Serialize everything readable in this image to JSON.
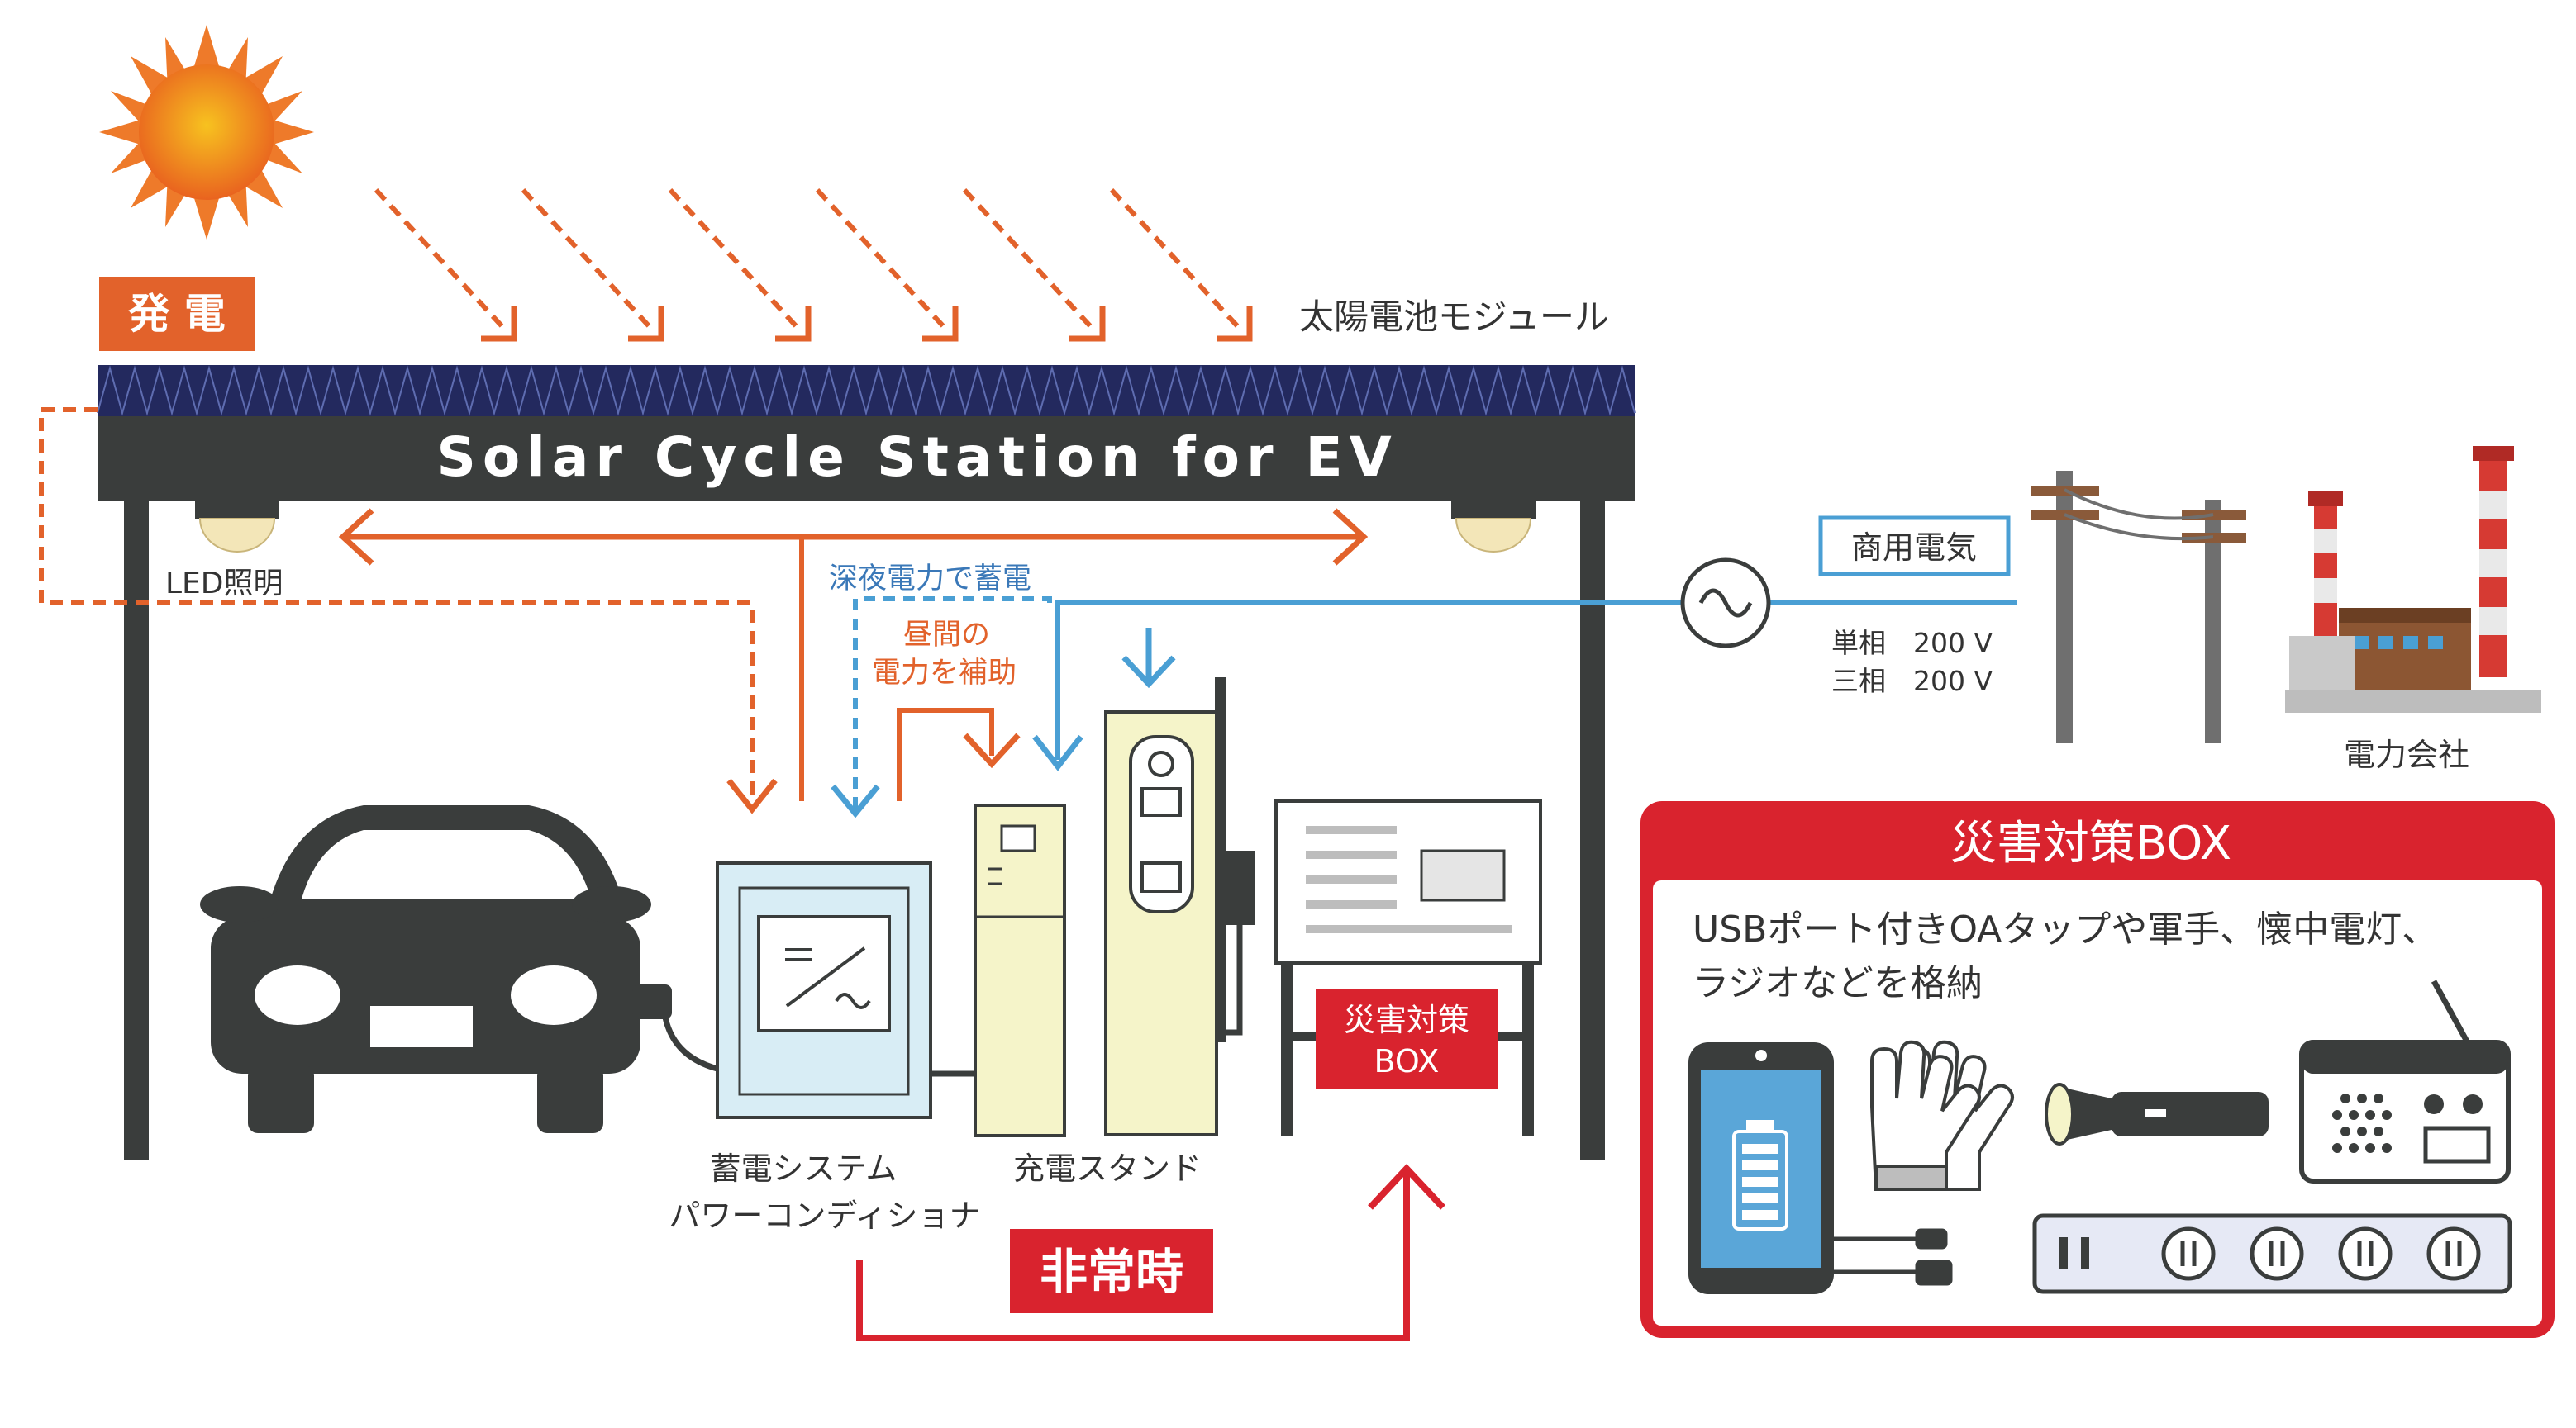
{
  "labels": {
    "generation": "発 電",
    "solar_module": "太陽電池モジュール",
    "station_title": "Solar Cycle Station for EV",
    "led": "LED照明",
    "night_power": "深夜電力で蓄電",
    "daytime_1": "昼間の",
    "daytime_2": "電力を補助",
    "commercial_power": "商用電気",
    "single_phase": "単相　200 V",
    "three_phase": "三相　200 V",
    "power_company": "電力会社",
    "storage_1": "蓄電システム",
    "storage_2": "パワーコンディショナ",
    "charging_stand": "充電スタンド",
    "emergency": "非常時",
    "sign_box_1": "災害対策",
    "sign_box_2": "BOX",
    "box_title": "災害対策BOX",
    "box_desc_1": "USBポート付きOAタップや軍手、懐中電灯、",
    "box_desc_2": "ラジオなどを格納"
  },
  "colors": {
    "orange": "#e2622b",
    "blue": "#4a9fd4",
    "red": "#d9232e",
    "dark": "#3a3d3c",
    "navy": "#23295e"
  },
  "icons": [
    "sun-icon",
    "car-icon",
    "ac-source-icon",
    "utility-pole-icon",
    "factory-icon",
    "smartphone-icon",
    "gloves-icon",
    "flashlight-icon",
    "radio-icon",
    "power-strip-icon",
    "battery-icon"
  ]
}
